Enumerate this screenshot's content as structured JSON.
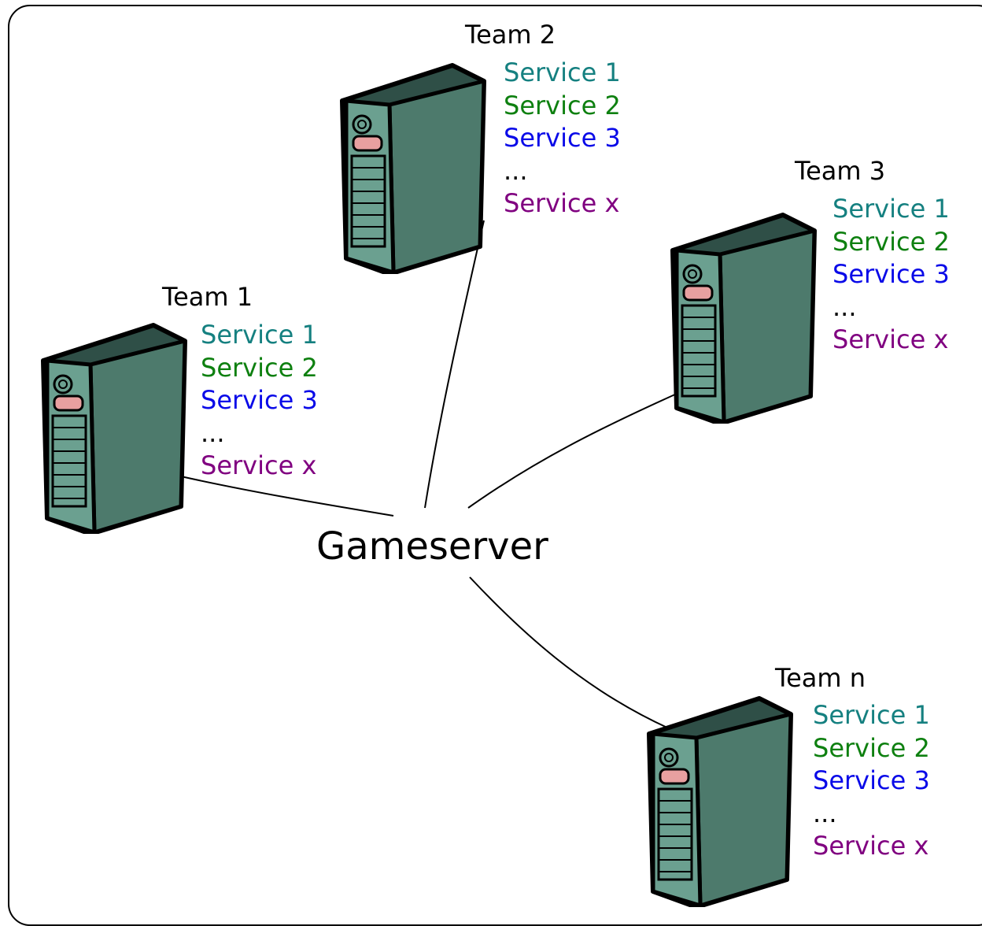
{
  "center": {
    "label": "Gameserver"
  },
  "colors": {
    "service1": "#158080",
    "service2": "#0e8010",
    "service3": "#0a0ae8",
    "ellipsis": "#000000",
    "servicex": "#800080",
    "server_body": "#4d7a6c",
    "server_side": "#2f4f47"
  },
  "teams": [
    {
      "name": "Team 2",
      "services": [
        "Service 1",
        "Service 2",
        "Service 3",
        "...",
        "Service x"
      ]
    },
    {
      "name": "Team 3",
      "services": [
        "Service 1",
        "Service 2",
        "Service 3",
        "...",
        "Service x"
      ]
    },
    {
      "name": "Team 1",
      "services": [
        "Service 1",
        "Service 2",
        "Service 3",
        "...",
        "Service x"
      ]
    },
    {
      "name": "Team n",
      "services": [
        "Service 1",
        "Service 2",
        "Service 3",
        "...",
        "Service x"
      ]
    }
  ],
  "icons": {
    "server": "server-tower-icon"
  }
}
